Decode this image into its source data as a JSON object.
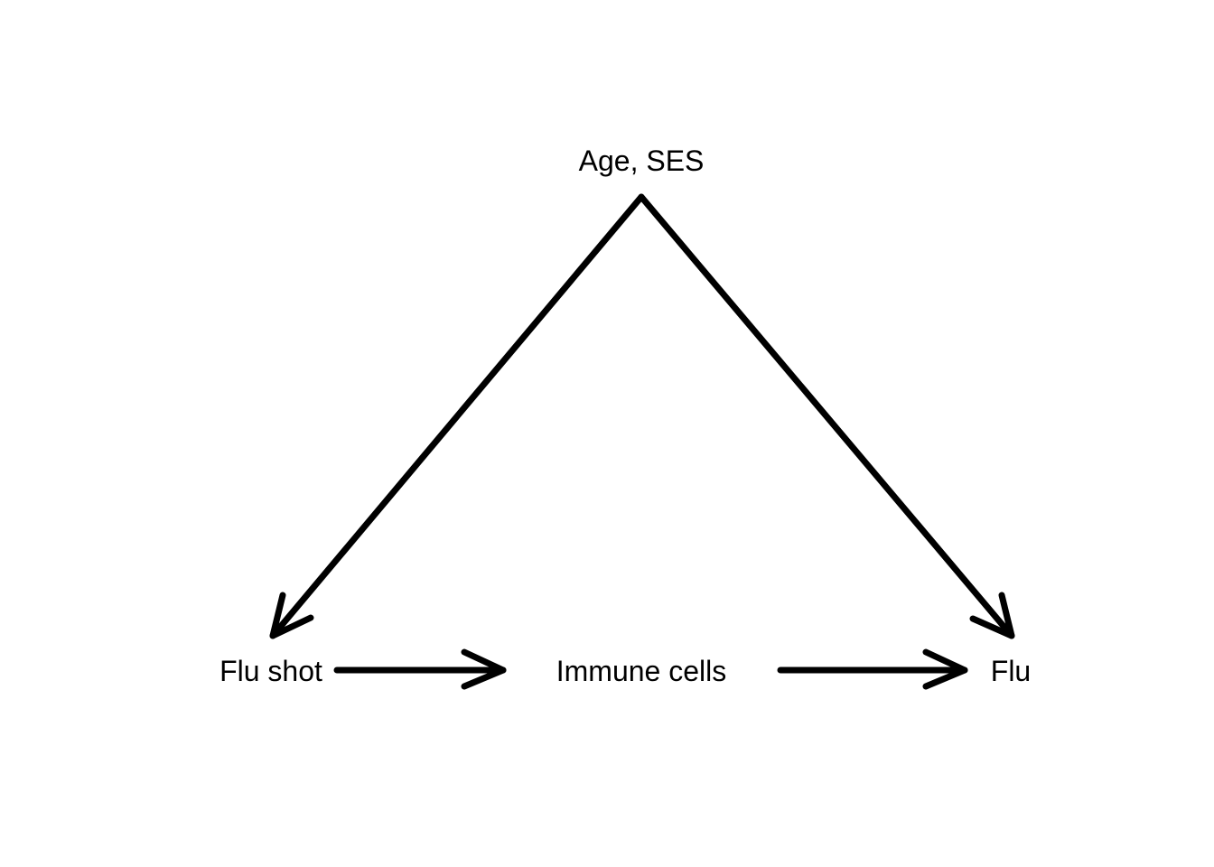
{
  "diagram": {
    "type": "causal-dag",
    "nodes": [
      {
        "id": "confounder",
        "label": "Age, SES"
      },
      {
        "id": "treatment",
        "label": "Flu shot"
      },
      {
        "id": "mediator",
        "label": "Immune cells"
      },
      {
        "id": "outcome",
        "label": "Flu"
      }
    ],
    "edges": [
      {
        "from": "confounder",
        "to": "treatment"
      },
      {
        "from": "confounder",
        "to": "outcome"
      },
      {
        "from": "treatment",
        "to": "mediator"
      },
      {
        "from": "mediator",
        "to": "outcome"
      }
    ],
    "colors": {
      "background": "#ffffff",
      "ink": "#000000"
    }
  }
}
